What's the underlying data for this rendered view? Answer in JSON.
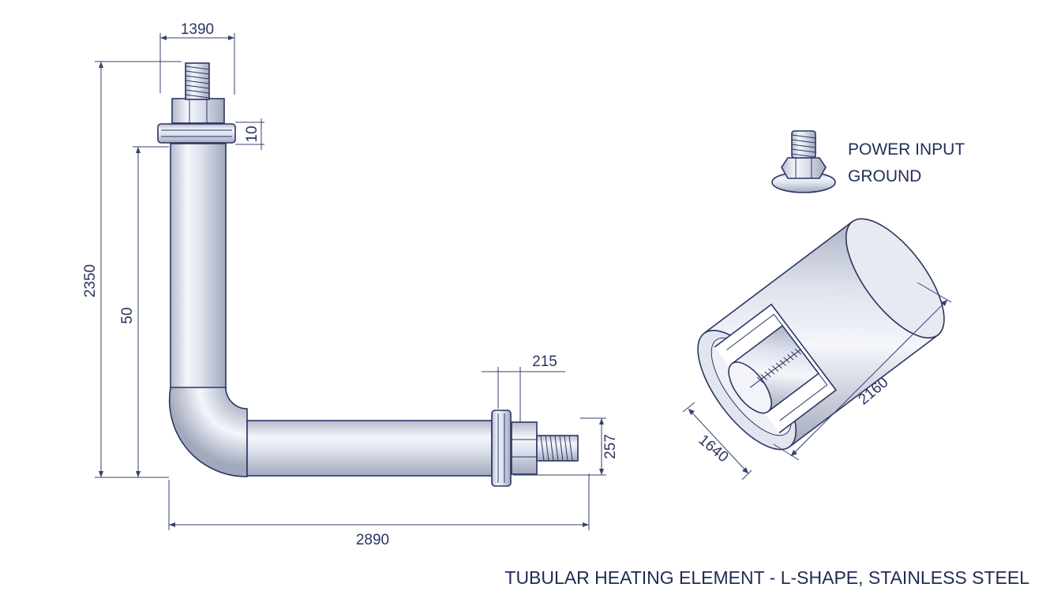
{
  "title": "TUBULAR HEATING ELEMENT - L-SHAPE, STAINLESS STEEL",
  "dimensions": {
    "top_terminal_width": "1390",
    "washer_height": "10",
    "overall_height": "2350",
    "vertical_leg": "50",
    "bottom_terminal_gap": "215",
    "bottom_terminal_height": "257",
    "overall_length": "2890",
    "section_diameter": "1640",
    "section_length": "2160"
  },
  "legend": {
    "power_input": "POWER INPUT",
    "ground": "GROUND"
  },
  "colors": {
    "line": "#2b3563",
    "text": "#22305c",
    "metal_light": "#f4f6fb",
    "metal_dark": "#b4bacc"
  }
}
